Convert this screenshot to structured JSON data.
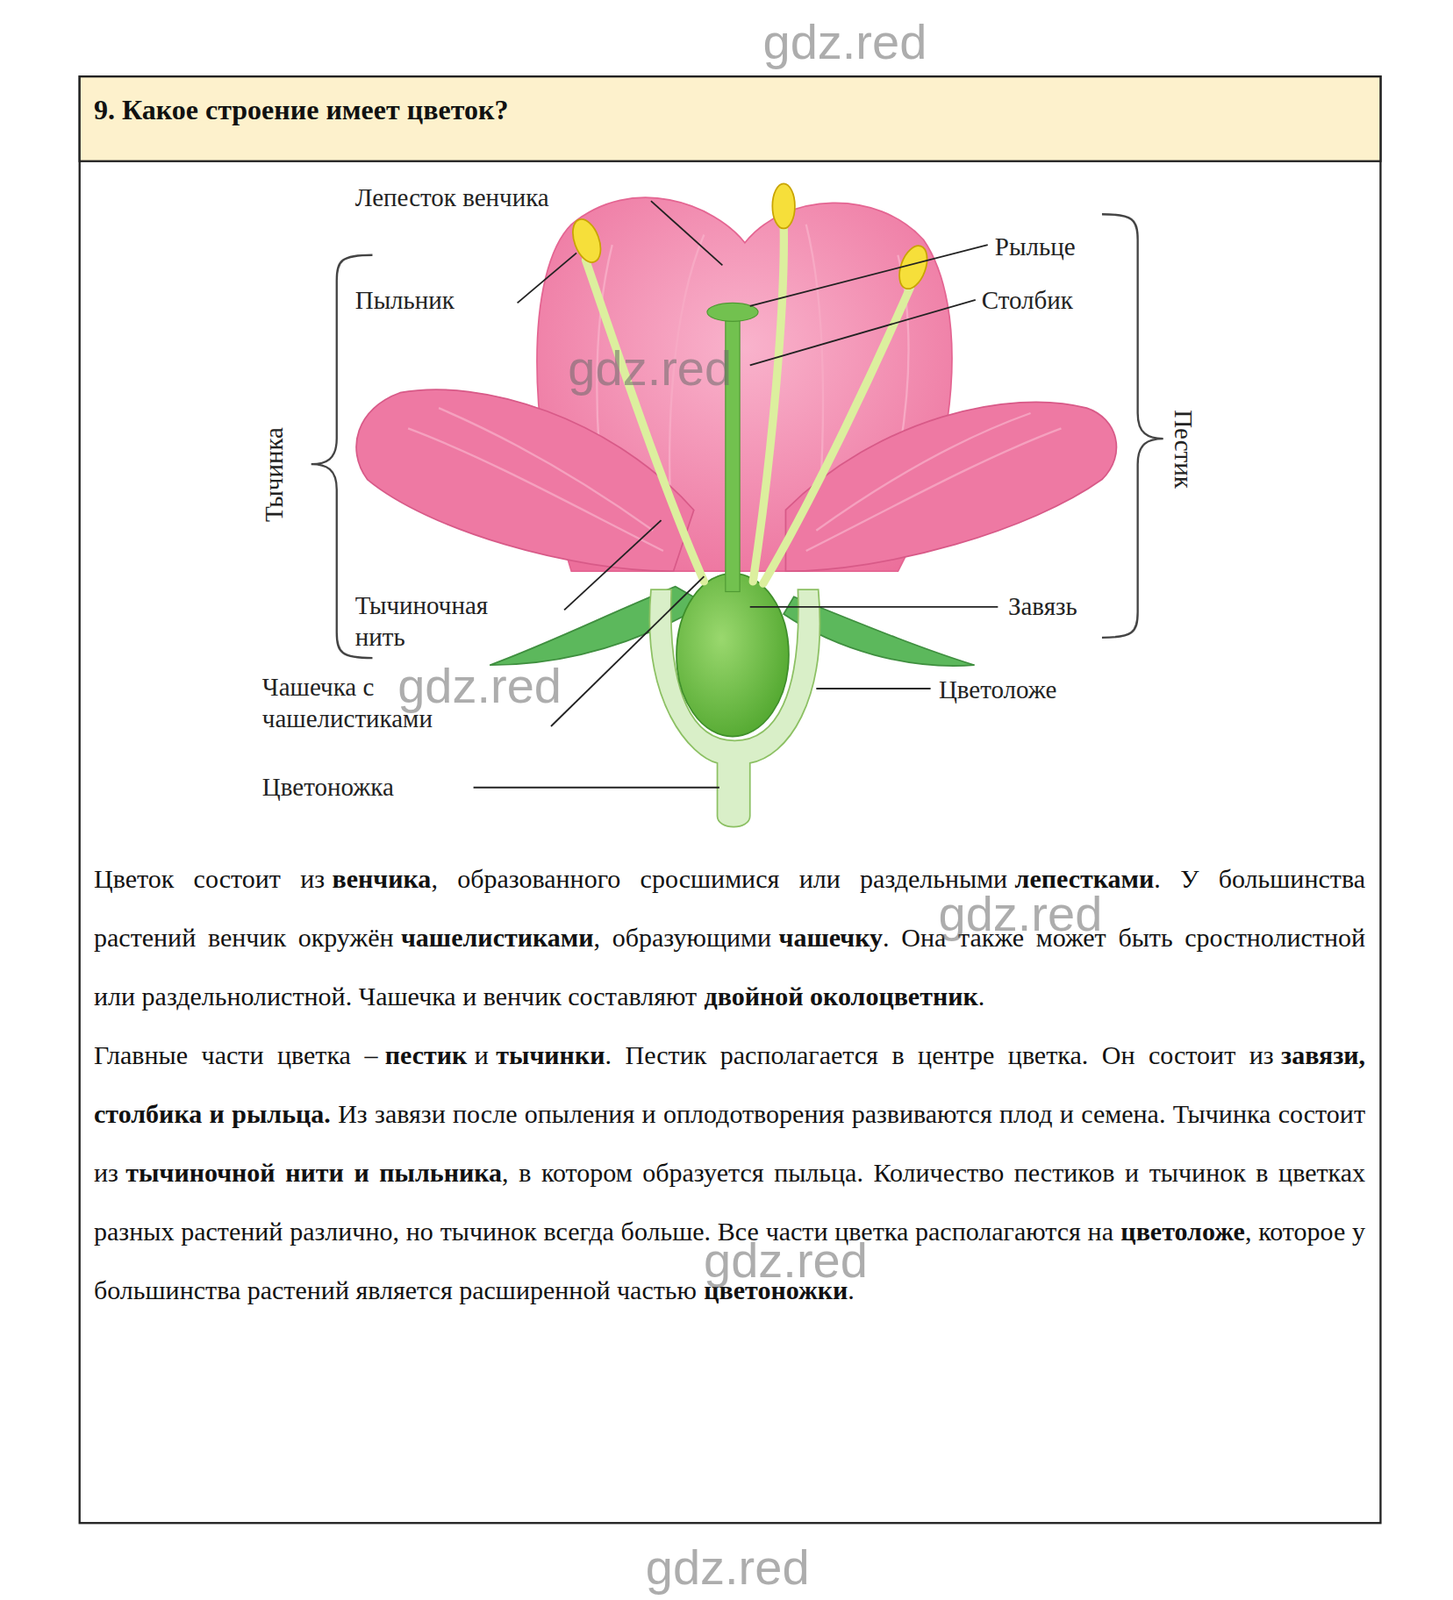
{
  "diagram": {
    "title": "9. Какое строение имеет цветок?",
    "labels": [
      "gdz.red",
      "Лепесток венчика",
      "Пыльник",
      "Тычинка",
      "Тычиночная нить",
      "Чашечка с чашелистиками",
      "Цветоножка",
      "Рыльце",
      "Столбик",
      "Пестик",
      "Завязь",
      "Цветоложе",
      "gdz.red",
      "gdz.red",
      "gdz.red",
      "gdz.red",
      "gdz.red",
      "Цветок состоит из",
      "венчика",
      ", образованного сросшимися или раздельными",
      "лепестками",
      ". У большинства растений венчик окружён",
      "чашелистиками",
      ", образующими",
      "чашечку",
      ". Она также может быть сростнолистной или раздельнолистной. Чашечка и венчик составляют",
      "двойной околоцветник",
      ".",
      "Главные части цветка –",
      "пестик",
      "и",
      "тычинки",
      ". Пестик располагается в центре цветка. Он состоит из",
      "завязи, столбика и рыльца.",
      "Из завязи после опыления и оплодотворения развиваются плод и семена. Тычинка состоит из",
      "тычиночной нити и пыльника",
      ", в котором образуется пыльца. Количество пестиков и тычинок в цветках разных растений различно, но тычинок всегда больше. Все части цветка располагаются на",
      "цветоложе",
      ", которое у большинства растений является расширенной частью",
      "цветоножки",
      "."
    ]
  }
}
